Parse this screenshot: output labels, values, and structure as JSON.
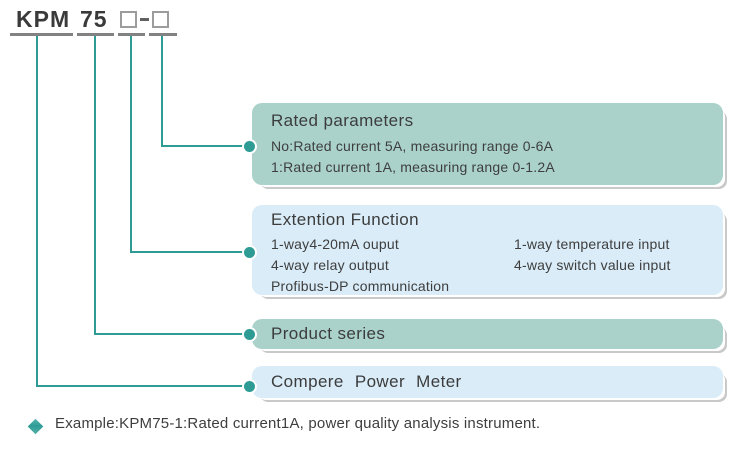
{
  "title": {
    "model": "KPM",
    "series": "75",
    "placeholder_code": "□-□"
  },
  "boxes": {
    "rated": {
      "title": "Rated parameters",
      "lines": [
        "No:Rated current 5A, measuring range 0-6A",
        "1:Rated current 1A, measuring range 0-1.2A"
      ]
    },
    "extension": {
      "title": "Extention Function",
      "left_column": [
        "1-way4-20mA ouput",
        "4-way relay output",
        "Profibus-DP communication"
      ],
      "right_column": [
        "1-way temperature input",
        "4-way switch value input"
      ]
    },
    "product_series": {
      "title": "Product series"
    },
    "meter": {
      "title": "Compere Power Meter"
    }
  },
  "example": {
    "text": "Example:KPM75-1:Rated current1A, power quality analysis instrument."
  },
  "colors": {
    "teal_line": "#2e9b95",
    "teal_box": "#aad2cb",
    "blue_box": "#d9ecf8",
    "underline_gray": "#828282",
    "text": "#3e3e3e"
  }
}
